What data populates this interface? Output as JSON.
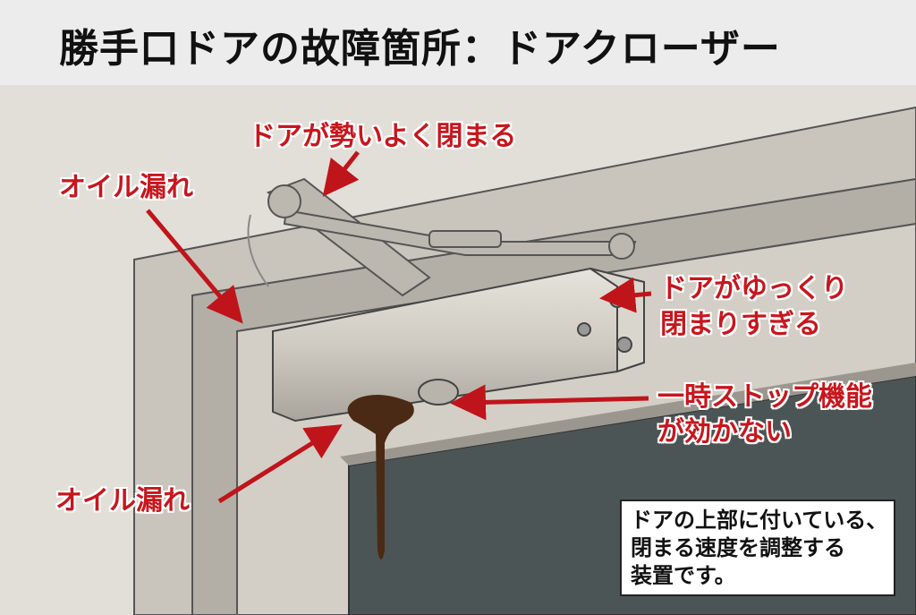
{
  "title": "勝手口ドアの故障箇所：ドアクローザー",
  "labels": {
    "slam": "ドアが勢いよく閉まる",
    "oil_leak_top": "オイル漏れ",
    "slow_line1": "ドアがゆっくり",
    "slow_line2": "閉まりすぎる",
    "stop_line1": "一時ストップ機能",
    "stop_line2": "が効かない",
    "oil_leak_bottom": "オイル漏れ"
  },
  "info": {
    "line1": "ドアの上部に付いている、",
    "line2": "閉まる速度を調整する",
    "line3": "装置です。"
  },
  "colors": {
    "label_red": "#c8161d",
    "arrow_red": "#c0141b",
    "glass": "#4b5556"
  }
}
